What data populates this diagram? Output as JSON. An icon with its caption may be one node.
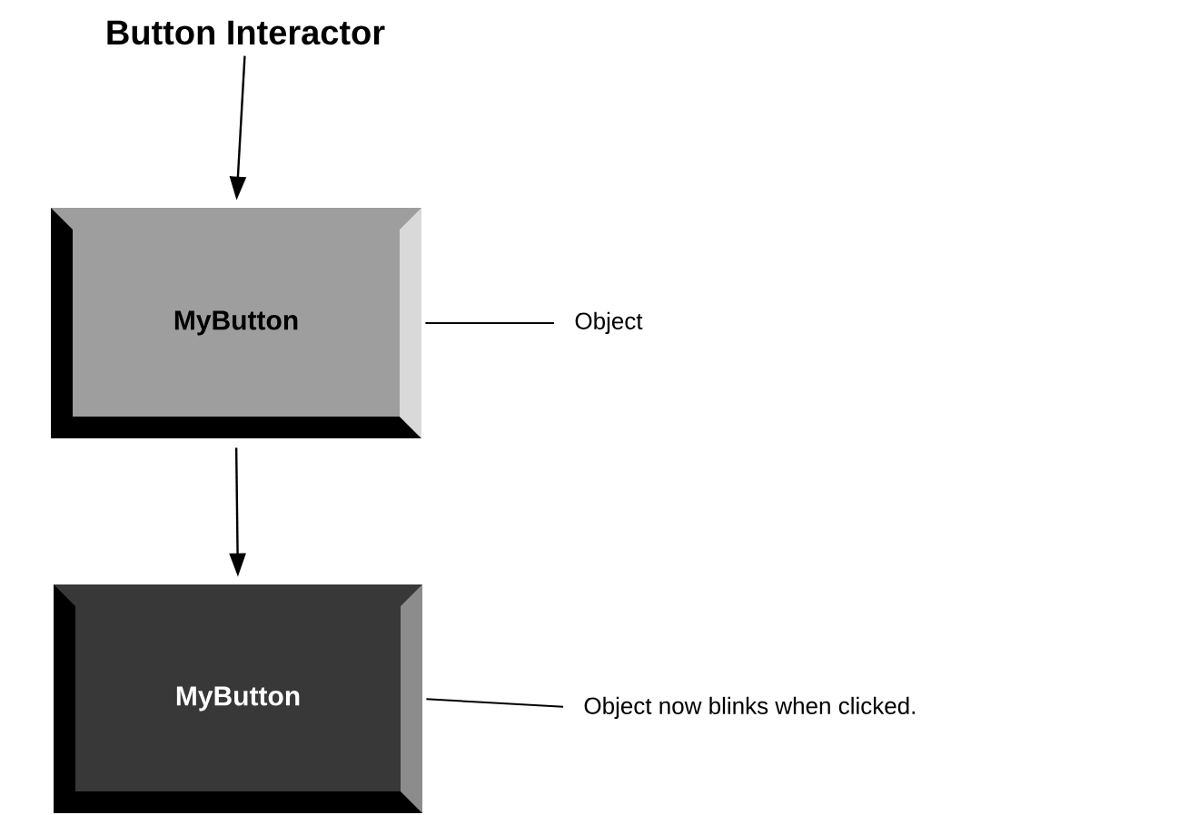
{
  "diagram": {
    "nodes": [
      {
        "text": [
          "Button Interactor"
        ]
      },
      {
        "text": [
          "MyButton"
        ]
      },
      {
        "text": [
          "MyButton"
        ]
      },
      {
        "text": [
          "Object"
        ]
      },
      {
        "text": [
          "Object now blinks when clicked."
        ]
      }
    ],
    "edges": [
      {
        "from": 0,
        "to": 1,
        "arrow": "to"
      },
      {
        "from": 1,
        "to": 2,
        "arrow": "to"
      },
      {
        "from": 1,
        "to": 3,
        "arrow": "none"
      },
      {
        "from": 2,
        "to": 4,
        "arrow": "none"
      }
    ]
  }
}
